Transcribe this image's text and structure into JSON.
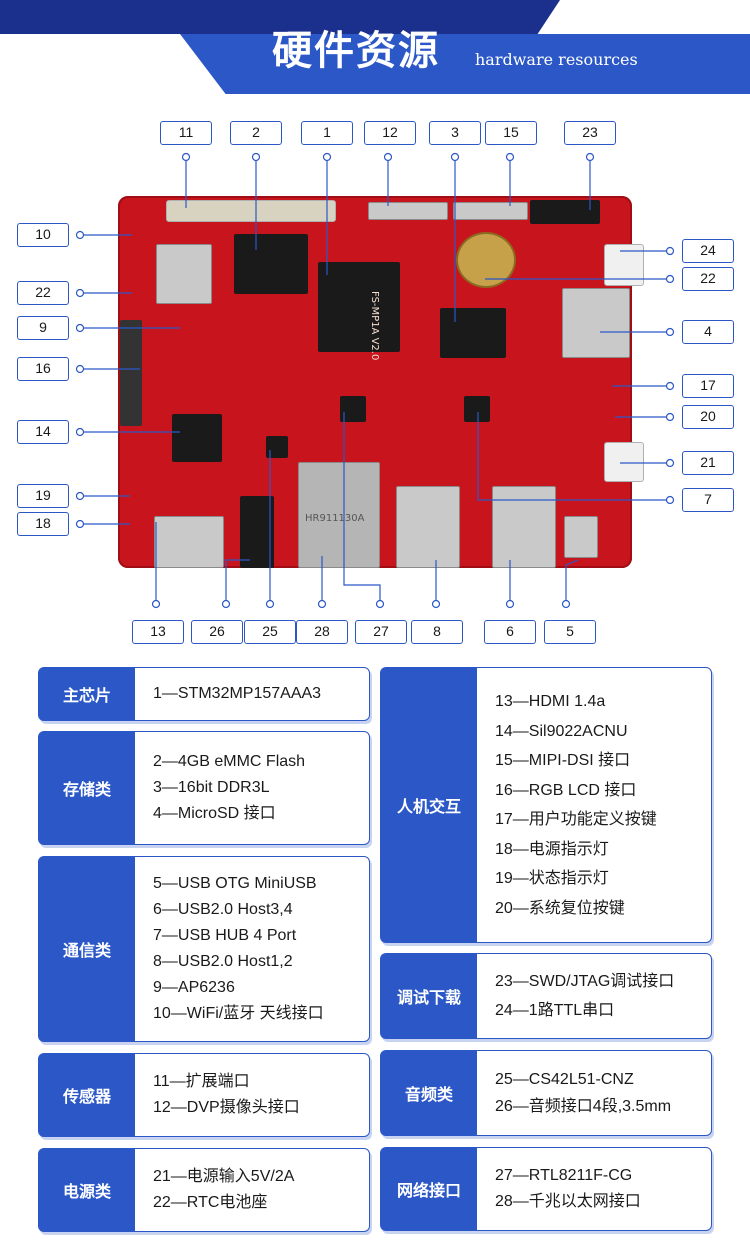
{
  "header": {
    "title": "硬件资源",
    "subtitle": "hardware resources"
  },
  "board": {
    "silkscreen": "FS-MP1A V2.0",
    "ethernet_text": "HR911130A"
  },
  "callouts": {
    "c11": "11",
    "c2": "2",
    "c1": "1",
    "c12": "12",
    "c3": "3",
    "c15": "15",
    "c23": "23",
    "c10": "10",
    "c22a": "22",
    "c9": "9",
    "c16": "16",
    "c14": "14",
    "c19": "19",
    "c18": "18",
    "c24": "24",
    "c22b": "22",
    "c4": "4",
    "c17": "17",
    "c20": "20",
    "c21": "21",
    "c7": "7",
    "c13": "13",
    "c26": "26",
    "c25": "25",
    "c28": "28",
    "c27": "27",
    "c8": "8",
    "c6": "6",
    "c5": "5"
  },
  "groups": {
    "main_chip": {
      "tag": "主芯片",
      "items": [
        "1—STM32MP157AAA3"
      ]
    },
    "storage": {
      "tag": "存储类",
      "items": [
        "2—4GB eMMC Flash",
        "3—16bit DDR3L",
        "4—MicroSD 接口"
      ]
    },
    "comm": {
      "tag": "通信类",
      "items": [
        "5—USB OTG MiniUSB",
        "6—USB2.0 Host3,4",
        "7—USB HUB 4 Port",
        "8—USB2.0 Host1,2",
        "9—AP6236",
        "10—WiFi/蓝牙 天线接口"
      ]
    },
    "sensor": {
      "tag": "传感器",
      "items": [
        "11—扩展端口",
        "12—DVP摄像头接口"
      ]
    },
    "power": {
      "tag": "电源类",
      "items": [
        "21—电源输入5V/2A",
        "22—RTC电池座"
      ]
    },
    "hmi": {
      "tag": "人机交互",
      "items": [
        "13—HDMI 1.4a",
        "14—Sil9022ACNU",
        "15—MIPI-DSI 接口",
        "16—RGB LCD 接口",
        "17—用户功能定义按键",
        "18—电源指示灯",
        "19—状态指示灯",
        "20—系统复位按键"
      ]
    },
    "debug": {
      "tag": "调试下载",
      "items": [
        "23—SWD/JTAG调试接口",
        "24—1路TTL串口"
      ]
    },
    "audio": {
      "tag": "音频类",
      "items": [
        "25—CS42L51-CNZ",
        "26—音频接口4段,3.5mm"
      ]
    },
    "network": {
      "tag": "网络接口",
      "items": [
        "27—RTL8211F-CG",
        "28—千兆以太网接口"
      ]
    }
  }
}
